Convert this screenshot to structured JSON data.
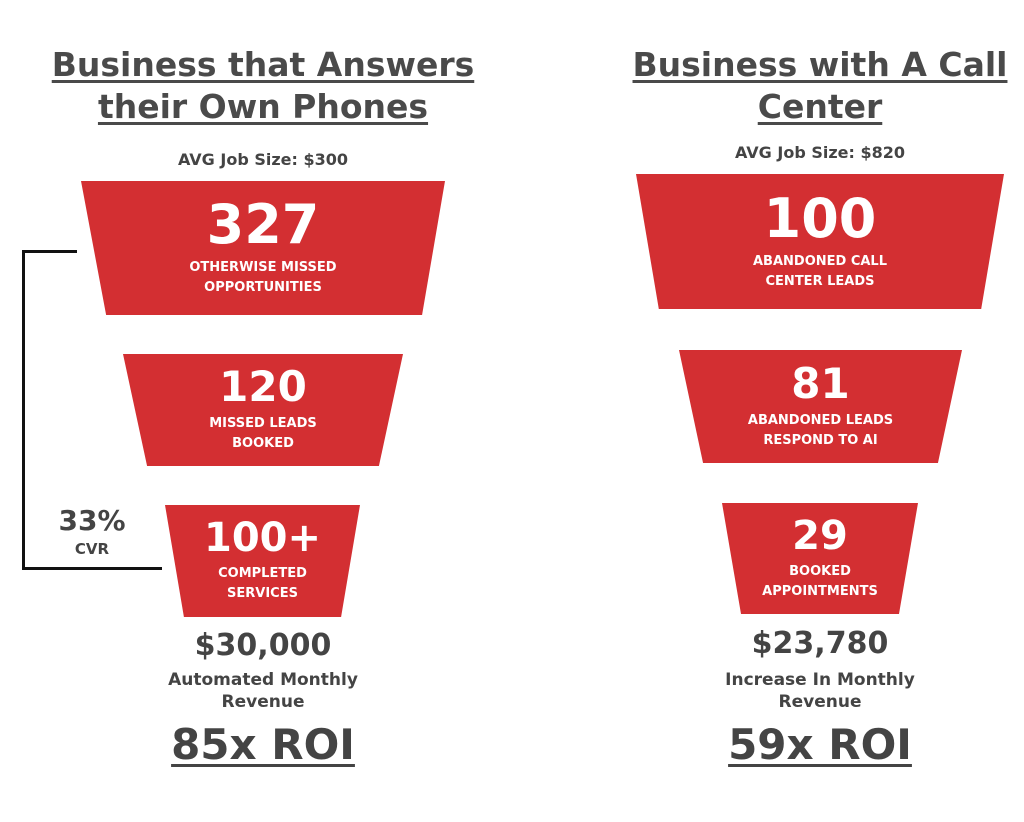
{
  "colors": {
    "accent": "#d32f32",
    "text": "#444444"
  },
  "left": {
    "title": "Business that Answers their Own Phones",
    "avg_job_size": "AVG Job Size: $300",
    "stages": [
      {
        "value": "327",
        "label": "OTHERWISE MISSED OPPORTUNITIES"
      },
      {
        "value": "120",
        "label": "MISSED LEADS BOOKED"
      },
      {
        "value": "100+",
        "label": "COMPLETED SERVICES"
      }
    ],
    "cvr_value": "33%",
    "cvr_label": "CVR",
    "revenue": "$30,000",
    "revenue_label": "Automated Monthly Revenue",
    "roi": "85x ROI"
  },
  "right": {
    "title": "Business with A Call Center",
    "avg_job_size": "AVG Job Size: $820",
    "stages": [
      {
        "value": "100",
        "label": "ABANDONED CALL CENTER LEADS"
      },
      {
        "value": "81",
        "label": "ABANDONED LEADS RESPOND TO AI"
      },
      {
        "value": "29",
        "label": "BOOKED APPOINTMENTS"
      }
    ],
    "revenue": "$23,780",
    "revenue_label": "Increase In Monthly Revenue",
    "roi": "59x ROI"
  }
}
